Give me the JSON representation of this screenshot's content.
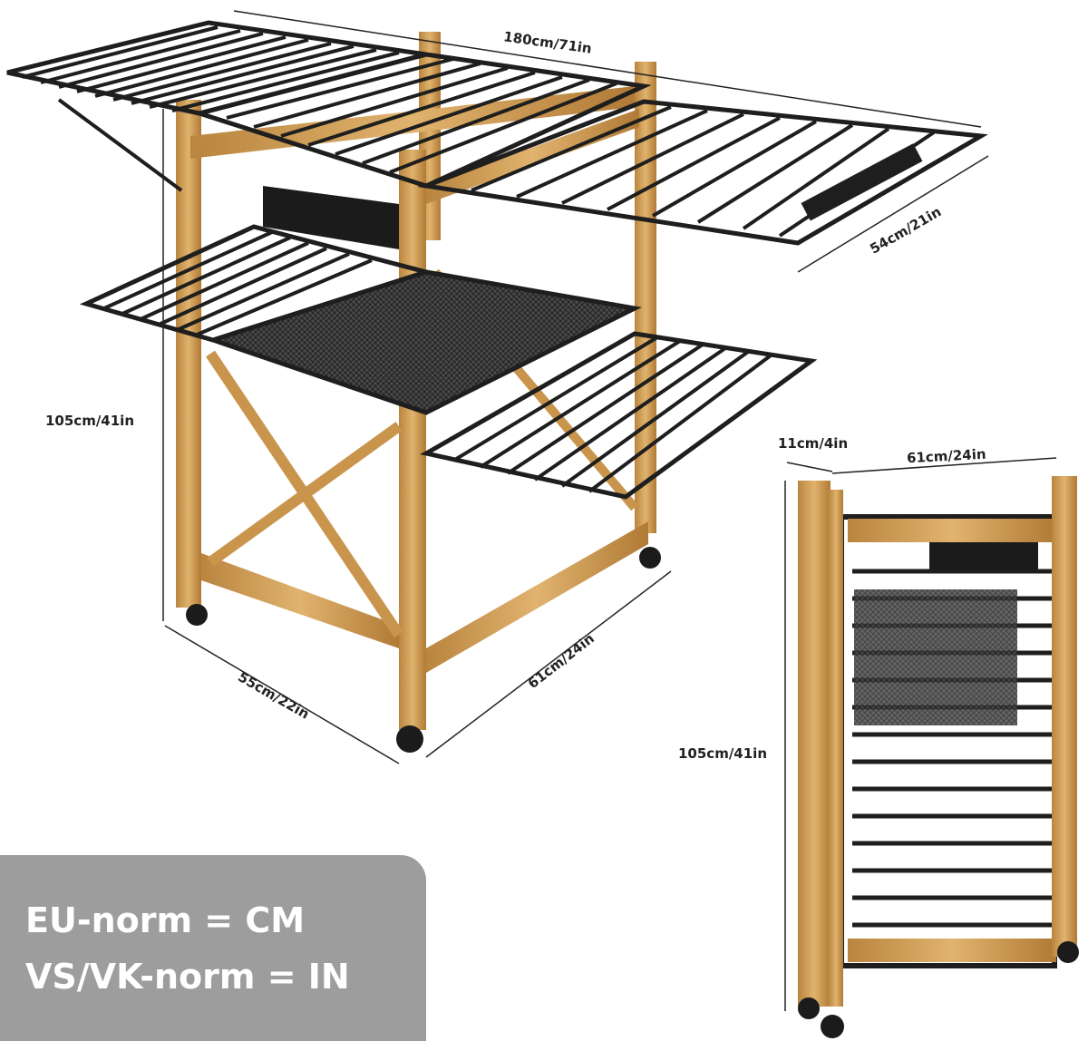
{
  "image": {
    "subject": "foldable drying rack with wood-look frame and black rails",
    "colors": {
      "wood": "#d4a45f",
      "wood_dark": "#a87936",
      "rail": "#1e1e1e",
      "mesh": "#333333",
      "legend_bg": "#9d9d9d",
      "legend_text": "#ffffff"
    }
  },
  "dimensions": {
    "total_width": "180cm/71in",
    "wing_depth": "54cm/21in",
    "height": "105cm/41in",
    "side_depth": "55cm/22in",
    "front_width": "61cm/24in",
    "folded_depth": "11cm/4in",
    "folded_width": "61cm/24in",
    "folded_height": "105cm/41in"
  },
  "legend": {
    "eu": "EU-norm = CM",
    "us_uk": "VS/VK-norm = IN"
  }
}
